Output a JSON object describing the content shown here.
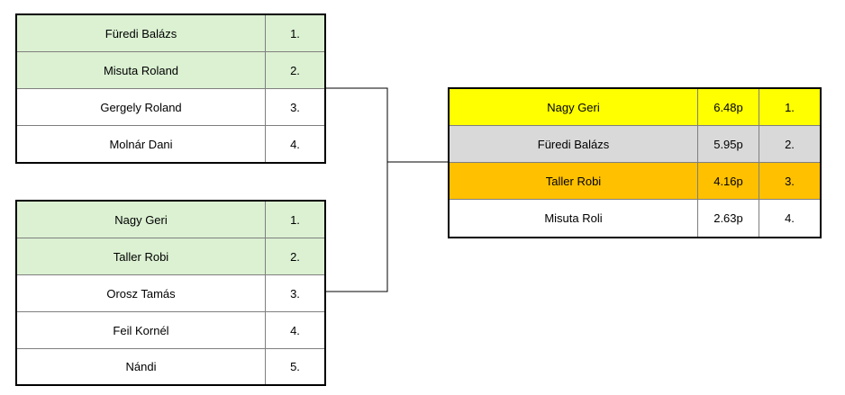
{
  "group1": {
    "rows": [
      {
        "name": "Füredi Balázs",
        "rank": "1.",
        "color": "#dbf1d2"
      },
      {
        "name": "Misuta Roland",
        "rank": "2.",
        "color": "#dbf1d2"
      },
      {
        "name": "Gergely Roland",
        "rank": "3.",
        "color": "#ffffff"
      },
      {
        "name": "Molnár Dani",
        "rank": "4.",
        "color": "#ffffff"
      }
    ]
  },
  "group2": {
    "rows": [
      {
        "name": "Nagy Geri",
        "rank": "1.",
        "color": "#dbf1d2"
      },
      {
        "name": "Taller Robi",
        "rank": "2.",
        "color": "#dbf1d2"
      },
      {
        "name": "Orosz Tamás",
        "rank": "3.",
        "color": "#ffffff"
      },
      {
        "name": "Feil Kornél",
        "rank": "4.",
        "color": "#ffffff"
      },
      {
        "name": "Nándi",
        "rank": "5.",
        "color": "#ffffff"
      }
    ]
  },
  "final": {
    "rows": [
      {
        "name": "Nagy Geri",
        "points": "6.48p",
        "rank": "1.",
        "color": "#ffff00"
      },
      {
        "name": "Füredi Balázs",
        "points": "5.95p",
        "rank": "2.",
        "color": "#d9d9d9"
      },
      {
        "name": "Taller Robi",
        "points": "4.16p",
        "rank": "3.",
        "color": "#ffc000"
      },
      {
        "name": "Misuta Roli",
        "points": "2.63p",
        "rank": "4.",
        "color": "#ffffff"
      }
    ]
  }
}
